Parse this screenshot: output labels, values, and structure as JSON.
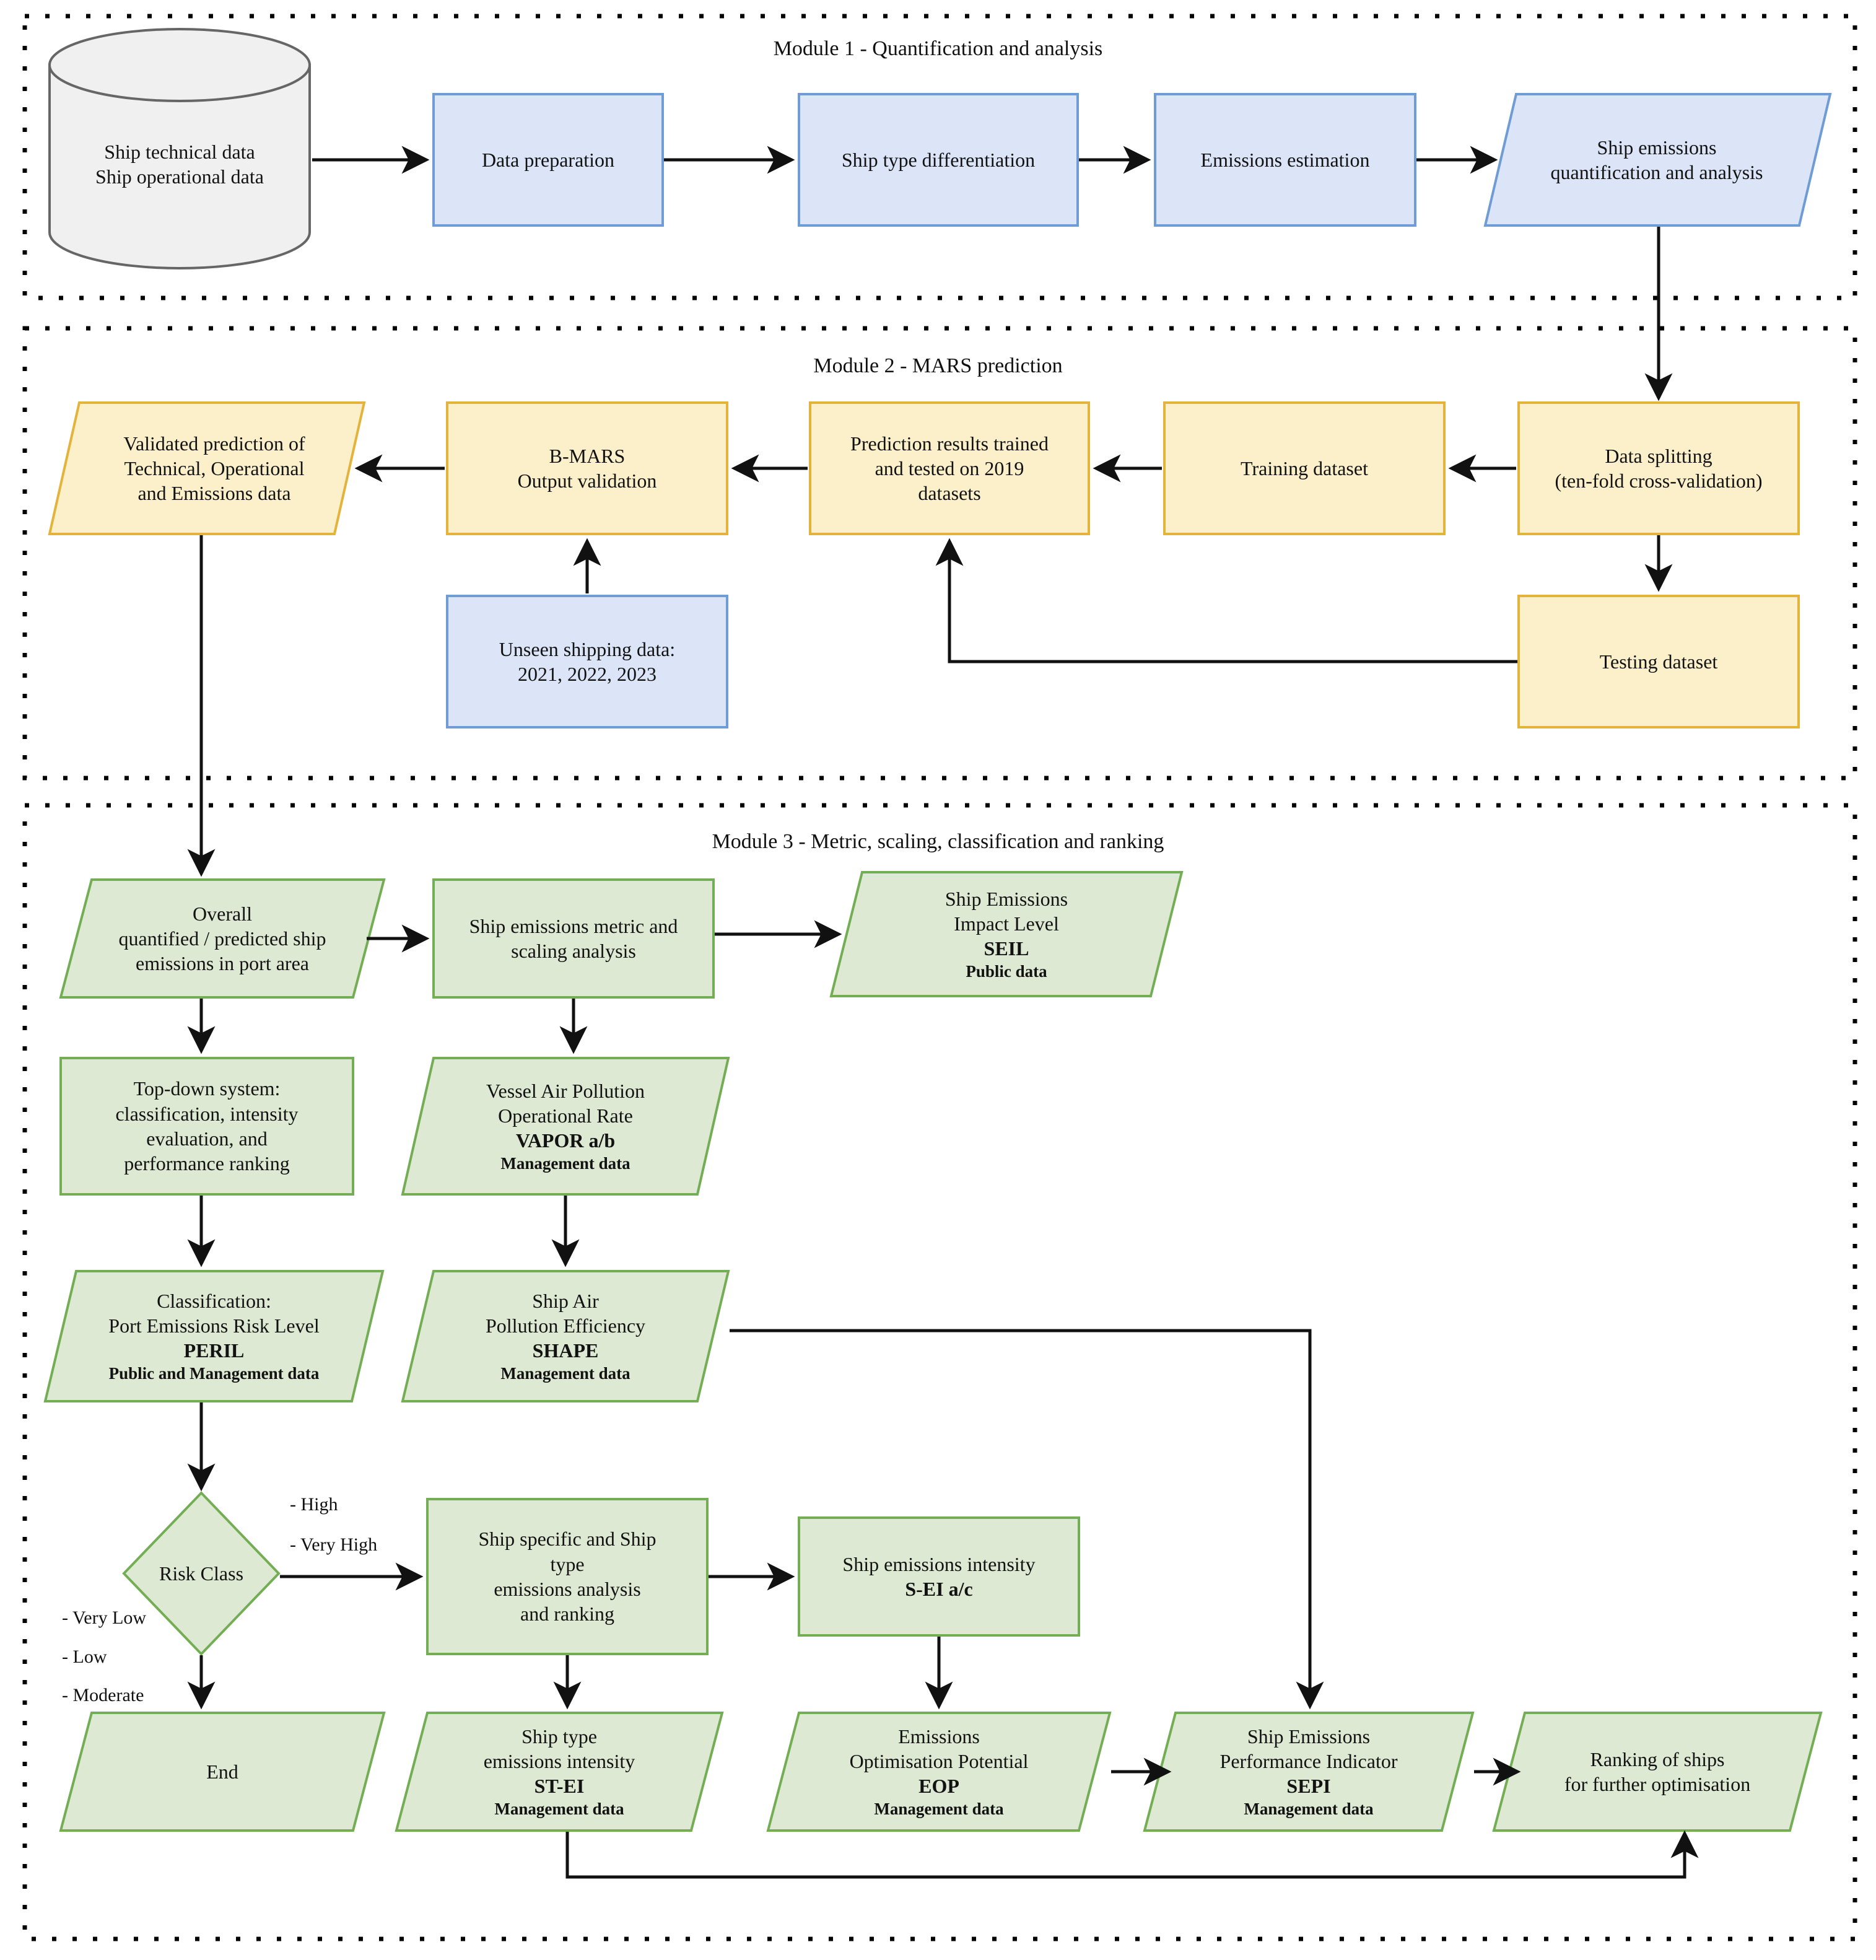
{
  "colors": {
    "blue_fill": "#dbe5f7",
    "blue_stroke": "#6f9cd4",
    "yellow_fill": "#fcf0cb",
    "yellow_stroke": "#e3b33b",
    "green_fill": "#dde9d2",
    "green_stroke": "#73ad54",
    "grey_fill": "#f0f0f0",
    "grey_stroke": "#666666",
    "edge": "#111111",
    "module_border": "#000000"
  },
  "modules": [
    {
      "id": "module1",
      "title": "Module 1 - Quantification and analysis"
    },
    {
      "id": "module2",
      "title": "Module 2  - MARS prediction"
    },
    {
      "id": "module3",
      "title": "Module 3 - Metric, scaling, classification and ranking"
    }
  ],
  "module1": {
    "database": {
      "line1": "Ship technical data",
      "line2": "Ship operational data"
    },
    "data_preparation": "Data preparation",
    "ship_type_differentiation": "Ship type differentiation",
    "emissions_estimation": "Emissions estimation",
    "ship_emissions_quant": {
      "line1": "Ship emissions",
      "line2": "quantification and analysis"
    }
  },
  "module2": {
    "validated_prediction": {
      "line1": "Validated prediction of",
      "line2": "Technical, Operational",
      "line3": "and Emissions data"
    },
    "bmars": {
      "line1": "B-MARS",
      "line2": "Output validation"
    },
    "prediction_results": {
      "line1": "Prediction results trained",
      "line2": "and tested on 2019",
      "line3": "datasets"
    },
    "training_dataset": "Training dataset",
    "data_splitting": {
      "line1": "Data splitting",
      "line2": "(ten-fold cross-validation)"
    },
    "testing_dataset": "Testing dataset",
    "unseen_data": {
      "line1": "Unseen shipping data:",
      "line2": "2021, 2022, 2023"
    }
  },
  "module3": {
    "overall_emissions": {
      "line1": "Overall",
      "line2": "quantified / predicted ship",
      "line3": "emissions in port area"
    },
    "metric_scaling": {
      "line1": "Ship emissions metric and",
      "line2": "scaling analysis"
    },
    "seil": {
      "line1": "Ship  Emissions",
      "line2": "Impact Level",
      "acronym": "SEIL",
      "data": "Public data"
    },
    "top_down": {
      "line1": "Top-down system:",
      "line2": "classification, intensity",
      "line3": "evaluation, and",
      "line4": "performance ranking"
    },
    "vapor": {
      "line1": "Vessel Air Pollution",
      "line2": "Operational Rate",
      "acronym": "VAPOR a/b",
      "data": "Management data"
    },
    "peril": {
      "line1": "Classification:",
      "line2": "Port Emissions Risk Level",
      "acronym": "PERIL",
      "data": "Public and Management data"
    },
    "shape": {
      "line1": "Ship Air",
      "line2": "Pollution Efficiency",
      "acronym": "SHAPE",
      "data": "Management data"
    },
    "risk_class": "Risk Class",
    "risk_high_labels": {
      "line1": "- High",
      "line2": "- Very High"
    },
    "risk_low_labels": {
      "line1": "- Very Low",
      "line2": "- Low",
      "line3": "- Moderate"
    },
    "ship_specific": {
      "line1": "Ship specific and Ship",
      "line2": "type",
      "line3": "emissions analysis",
      "line4": "and ranking"
    },
    "sei": {
      "line1": "Ship emissions intensity",
      "acronym": "S-EI a/c"
    },
    "end": "End",
    "stei": {
      "line1": "Ship type",
      "line2": "emissions intensity",
      "acronym": "ST-EI",
      "data": "Management data"
    },
    "eop": {
      "line1": "Emissions",
      "line2": "Optimisation Potential",
      "acronym": "EOP",
      "data": "Management data"
    },
    "sepi": {
      "line1": "Ship Emissions",
      "line2": "Performance Indicator",
      "acronym": "SEPI",
      "data": "Management data"
    },
    "ranking": {
      "line1": "Ranking of ships",
      "line2": "for further optimisation"
    }
  }
}
